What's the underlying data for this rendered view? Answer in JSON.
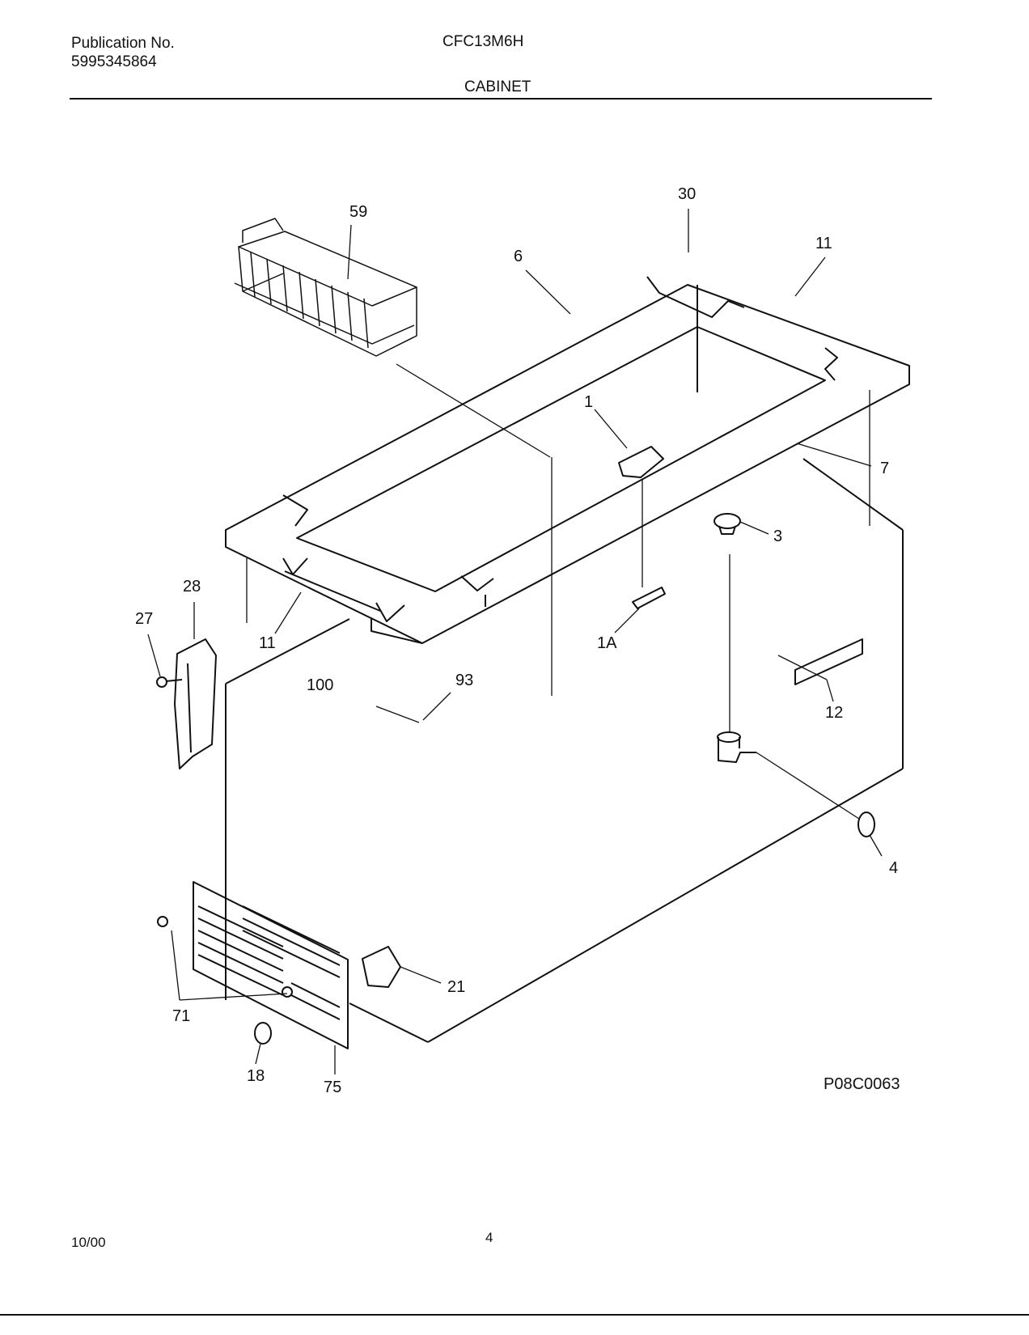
{
  "header": {
    "publication_label": "Publication No.",
    "publication_number": "5995345864",
    "model": "CFC13M6H",
    "section": "CABINET"
  },
  "diagram": {
    "code": "P08C0063",
    "callouts": [
      "59",
      "30",
      "6",
      "11",
      "1",
      "7",
      "3",
      "28",
      "27",
      "11",
      "1A",
      "100",
      "93",
      "12",
      "4",
      "21",
      "71",
      "18",
      "75"
    ]
  },
  "footer": {
    "date": "10/00",
    "page": "4"
  }
}
